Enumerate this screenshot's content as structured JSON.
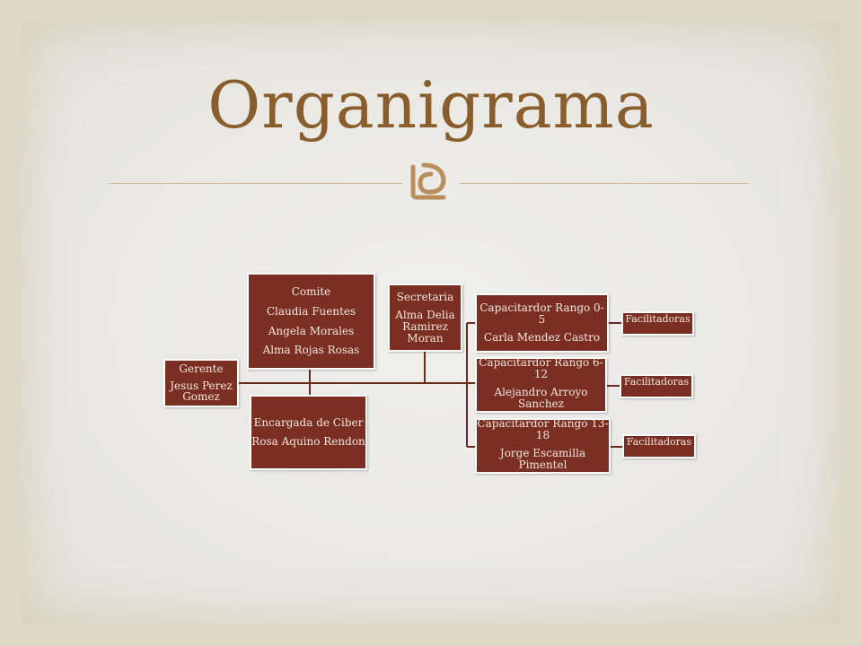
{
  "slide": {
    "title": "Organigrama"
  },
  "colors": {
    "box_fill": "#7a2f22",
    "box_text": "#f4e6de",
    "title": "#8a5e2c",
    "connector": "#6b2a1c",
    "rule": "#d9b48a"
  },
  "org": {
    "gerente": {
      "lines": [
        "Gerente",
        "Jesus Perez Gomez"
      ]
    },
    "comite": {
      "lines": [
        "Comite",
        "Claudia Fuentes",
        "Angela  Morales",
        "Alma Rojas Rosas"
      ]
    },
    "secretaria": {
      "lines": [
        "Secretaria",
        "Alma Delia Ramirez Moran"
      ]
    },
    "ciber": {
      "lines": [
        "Encargada de Ciber",
        "Rosa Aquino Rendon"
      ]
    },
    "cap1": {
      "lines": [
        "Capacitardor Rango 0-5",
        "Carla Mendez Castro"
      ]
    },
    "cap2": {
      "lines": [
        "Capacitardor Rango 6-12",
        "Alejandro Arroyo Sanchez"
      ]
    },
    "cap3": {
      "lines": [
        "Capacitardor Rango 13-18",
        "Jorge Escamilla Pimentel"
      ]
    },
    "fac1": {
      "lines": [
        "Facilitadoras"
      ]
    },
    "fac2": {
      "lines": [
        "Facilitadoras"
      ]
    },
    "fac3": {
      "lines": [
        "Facilitadoras"
      ]
    }
  }
}
